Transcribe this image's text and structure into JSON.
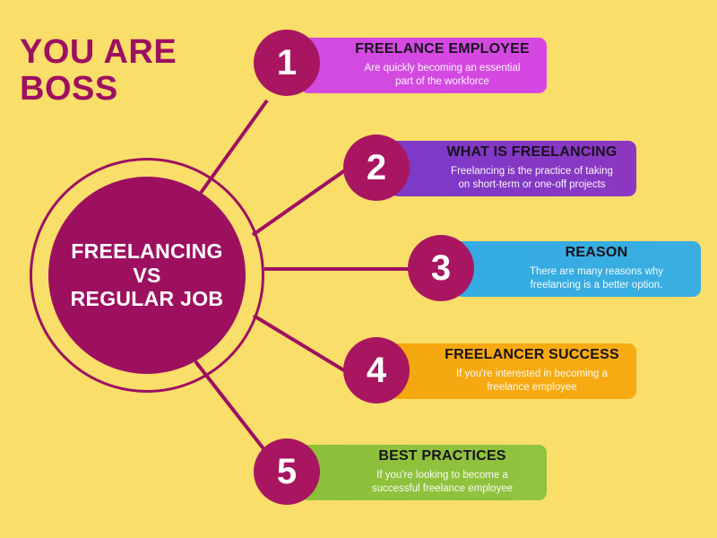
{
  "page": {
    "background_color": "#fade6a",
    "title": "YOU ARE\nBOSS",
    "title_color": "#9d1060"
  },
  "hub": {
    "label": "FREELANCING\nVS\nREGULAR JOB",
    "fill_color": "#9d1060",
    "ring_color": "#9d1060",
    "text_color": "#ffffff"
  },
  "connector_color": "#9d1060",
  "badge_color": "#a81661",
  "items": [
    {
      "number": "1",
      "title": "FREELANCE EMPLOYEE",
      "description": "Are quickly becoming an essential\npart of the workforce",
      "bar_color": "#d24be0"
    },
    {
      "number": "2",
      "title": "WHAT IS FREELANCING",
      "description": "Freelancing is the practice of taking\non short-term or one-off projects",
      "bar_color": "#7b3ac7"
    },
    {
      "number": "3",
      "title": "REASON",
      "description": "There are many reasons why\nfreelancing is a better option.",
      "bar_color": "#33abe2"
    },
    {
      "number": "4",
      "title": "FREELANCER SUCCESS",
      "description": "If you're interested in becoming a\nfreelance employee",
      "bar_color": "#f5a70f"
    },
    {
      "number": "5",
      "title": "BEST PRACTICES",
      "description": "If you're looking to become a\nsuccessful freelance employee",
      "bar_color": "#8cc03a"
    }
  ]
}
